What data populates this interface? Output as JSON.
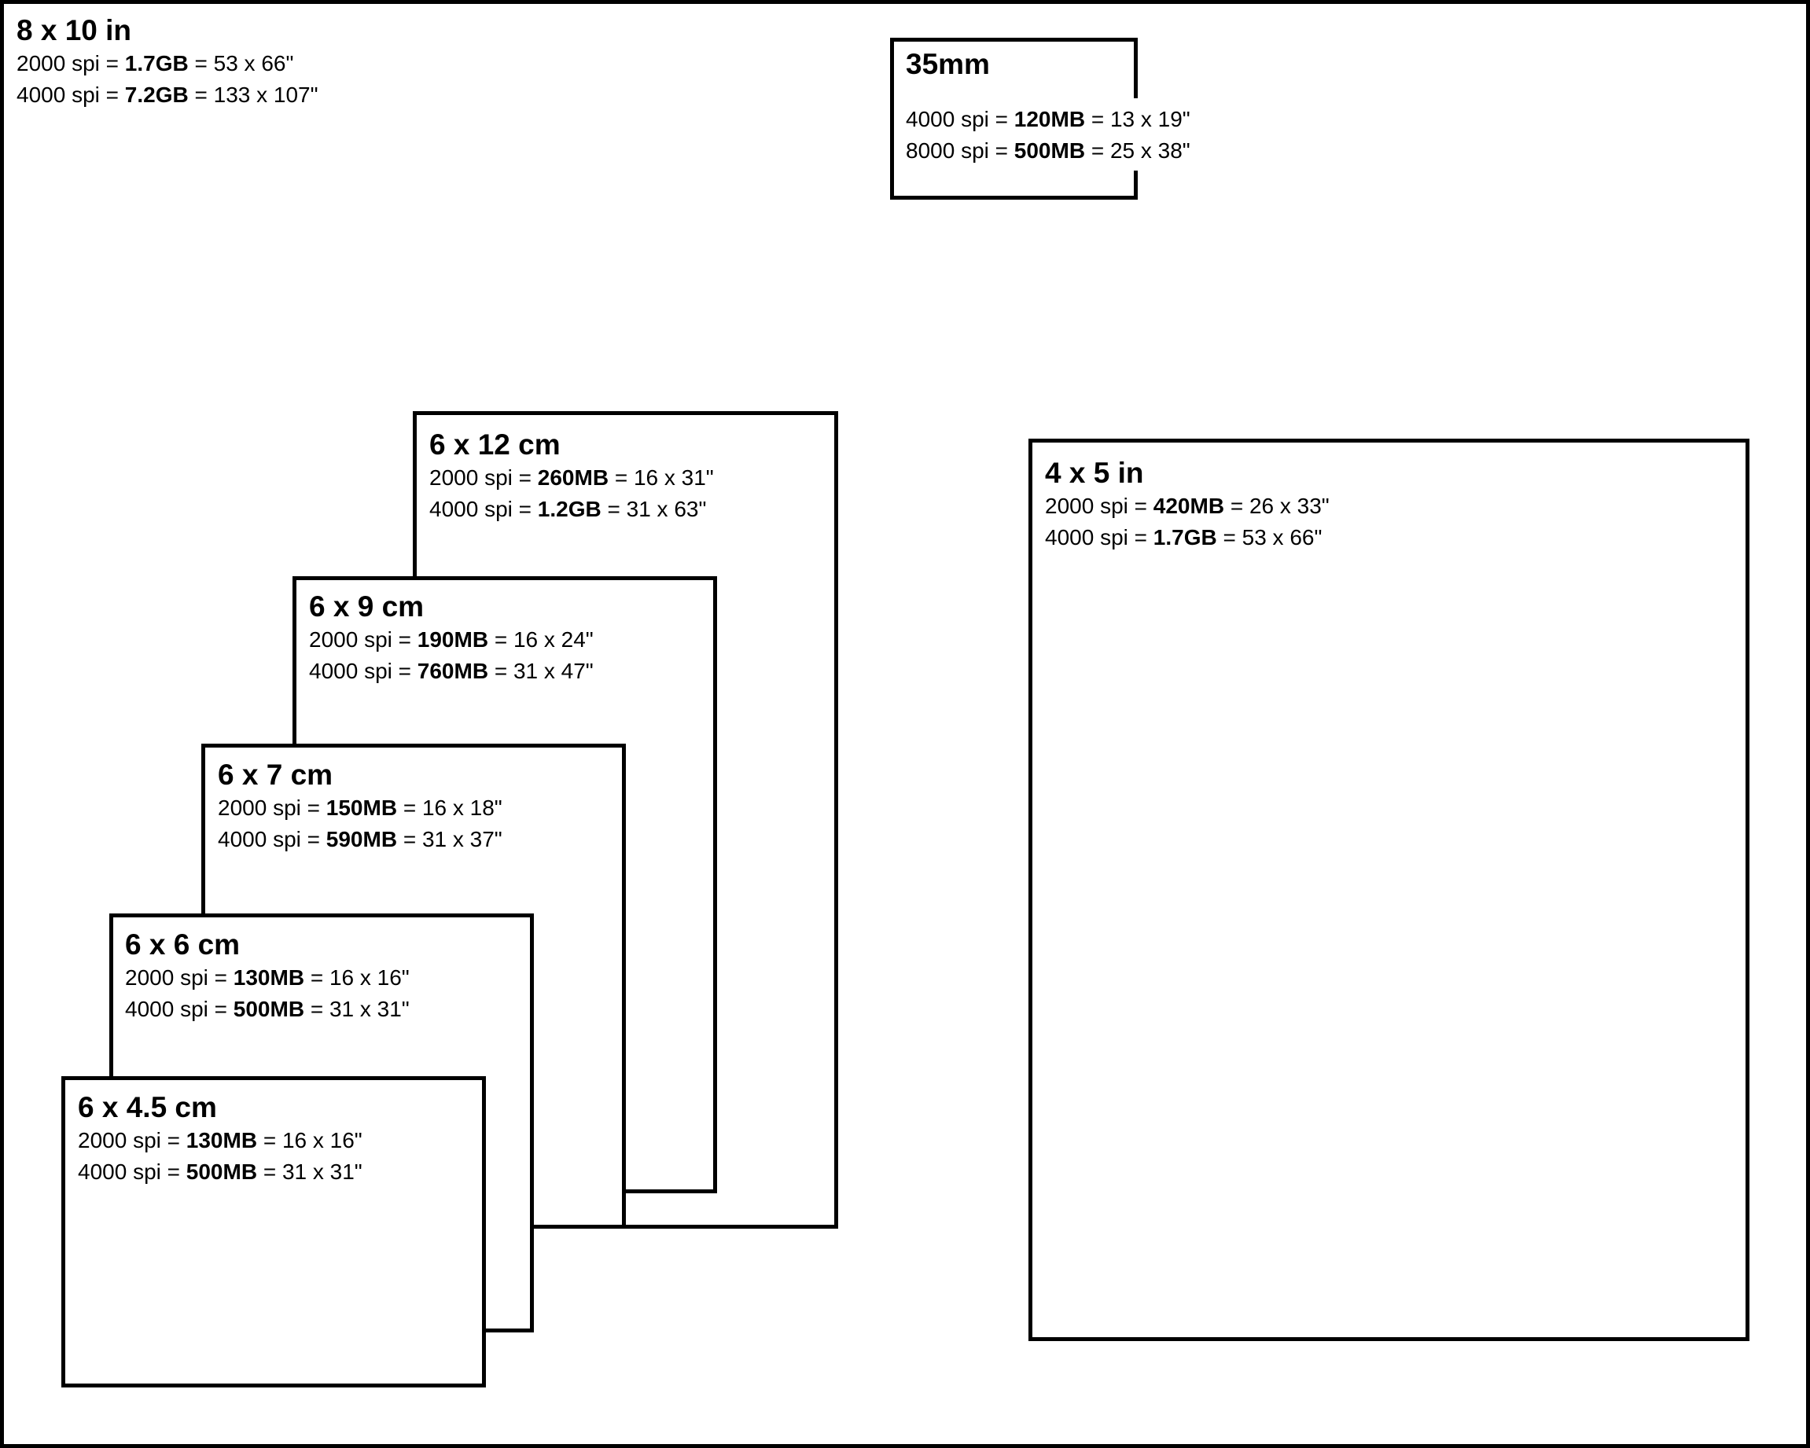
{
  "formats": {
    "f8x10": {
      "name": "8 x 10 in",
      "rows": [
        {
          "spi": "2000 spi =",
          "size": "1.7GB",
          "print": "= 53 x 66\""
        },
        {
          "spi": "4000 spi =",
          "size": "7.2GB",
          "print": "= 133 x 107\""
        }
      ]
    },
    "f35mm": {
      "name": "35mm",
      "rows": [
        {
          "spi": "4000 spi =",
          "size": "120MB",
          "print": "= 13 x 19\""
        },
        {
          "spi": "8000 spi =",
          "size": "500MB",
          "print": "= 25 x 38\""
        }
      ]
    },
    "f6x12": {
      "name": "6 x 12 cm",
      "rows": [
        {
          "spi": "2000 spi =",
          "size": "260MB",
          "print": "= 16 x 31\""
        },
        {
          "spi": "4000 spi =",
          "size": "1.2GB",
          "print": "= 31 x 63\""
        }
      ]
    },
    "f6x9": {
      "name": "6 x 9 cm",
      "rows": [
        {
          "spi": "2000 spi =",
          "size": "190MB",
          "print": "= 16 x 24\""
        },
        {
          "spi": "4000 spi =",
          "size": "760MB",
          "print": "= 31 x 47\""
        }
      ]
    },
    "f6x7": {
      "name": "6 x 7 cm",
      "rows": [
        {
          "spi": "2000 spi =",
          "size": "150MB",
          "print": "= 16 x 18\""
        },
        {
          "spi": "4000 spi =",
          "size": "590MB",
          "print": "= 31 x 37\""
        }
      ]
    },
    "f6x6": {
      "name": "6 x 6 cm",
      "rows": [
        {
          "spi": "2000 spi =",
          "size": "130MB",
          "print": "= 16 x 16\""
        },
        {
          "spi": "4000 spi =",
          "size": "500MB",
          "print": "= 31 x 31\""
        }
      ]
    },
    "f6x45": {
      "name": "6 x 4.5 cm",
      "rows": [
        {
          "spi": "2000 spi =",
          "size": "130MB",
          "print": "= 16 x 16\""
        },
        {
          "spi": "4000 spi =",
          "size": "500MB",
          "print": "= 31 x 31\""
        }
      ]
    },
    "f4x5": {
      "name": "4 x 5 in",
      "rows": [
        {
          "spi": "2000 spi =",
          "size": "420MB",
          "print": "= 26 x 33\""
        },
        {
          "spi": "4000 spi =",
          "size": "1.7GB",
          "print": "= 53 x 66\""
        }
      ]
    }
  }
}
